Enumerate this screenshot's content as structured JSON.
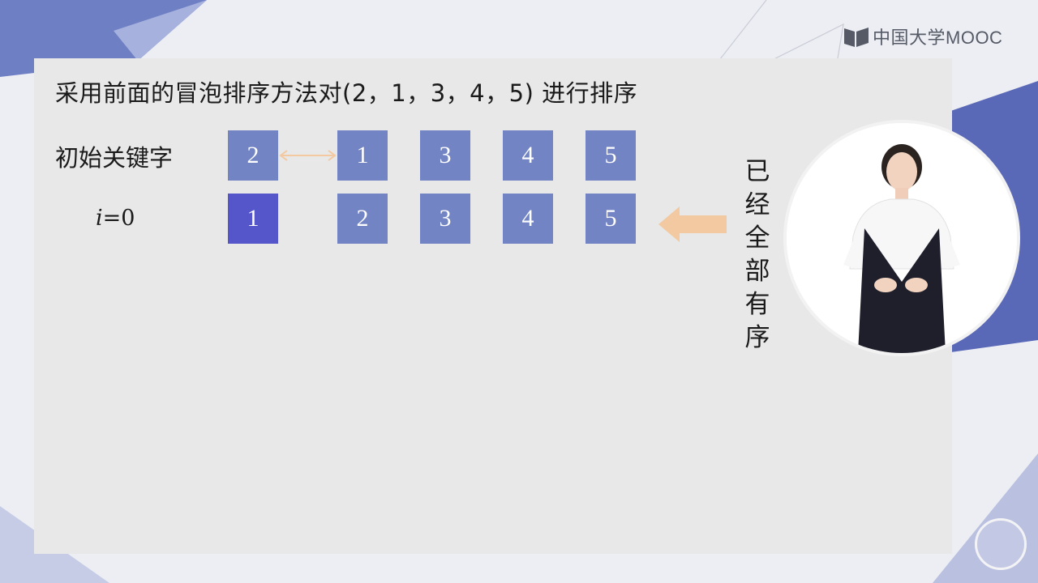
{
  "title": "采用前面的冒泡排序方法对(2，1，3，4，5) 进行排序",
  "rows": {
    "initial": {
      "label": "初始关键字",
      "values": [
        "2",
        "1",
        "3",
        "4",
        "5"
      ]
    },
    "pass0": {
      "label_var": "i",
      "label_rest": "=0",
      "values": [
        "1",
        "2",
        "3",
        "4",
        "5"
      ]
    }
  },
  "note_chars": [
    "已",
    "经",
    "全",
    "部",
    "有",
    "序"
  ],
  "brand": {
    "name": "中国大学MOOC",
    "icon": "mooc-book-icon"
  },
  "colors": {
    "box": "#7284c3",
    "box_active": "#5456c9",
    "arrow": "#f2c9a0",
    "accent": "#5a68b8",
    "accent_light": "#9aa5d6"
  }
}
